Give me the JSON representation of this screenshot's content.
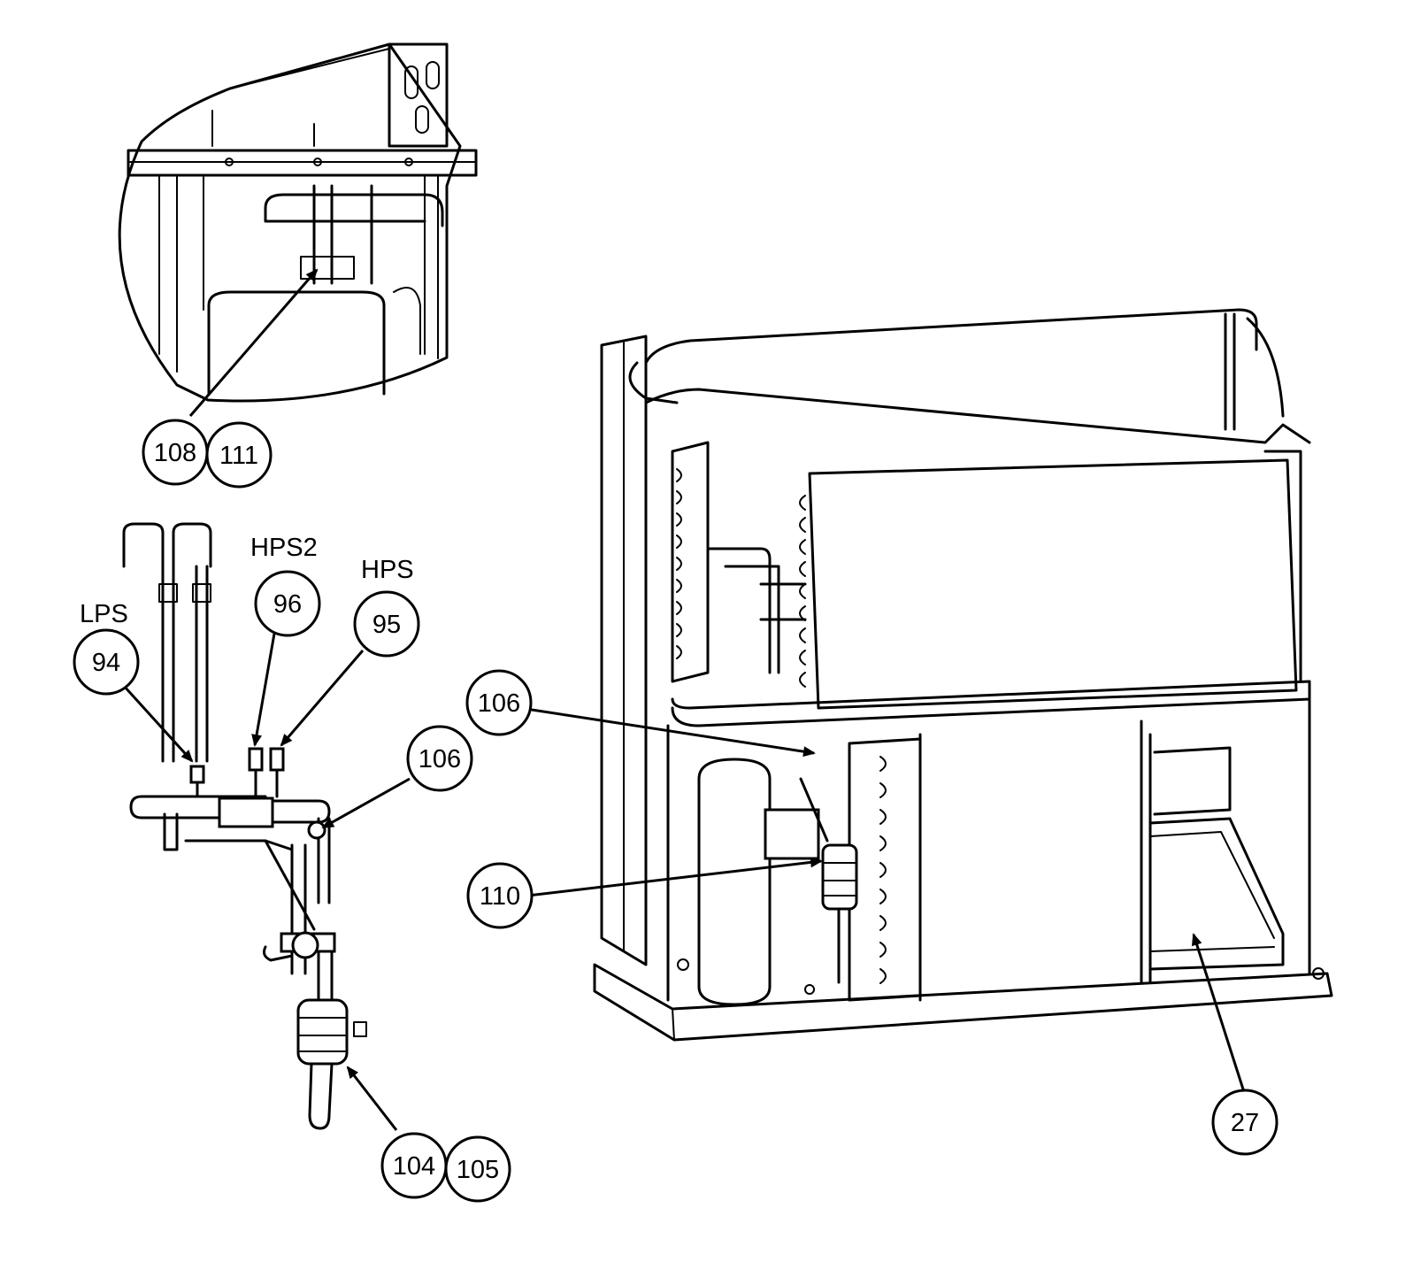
{
  "labels": {
    "lps": "LPS",
    "hps2": "HPS2",
    "hps": "HPS"
  },
  "callouts": {
    "c108": "108",
    "c111": "111",
    "c94": "94",
    "c96": "96",
    "c95": "95",
    "c106a": "106",
    "c106b": "106",
    "c110": "110",
    "c104": "104",
    "c105": "105",
    "c27": "27"
  }
}
